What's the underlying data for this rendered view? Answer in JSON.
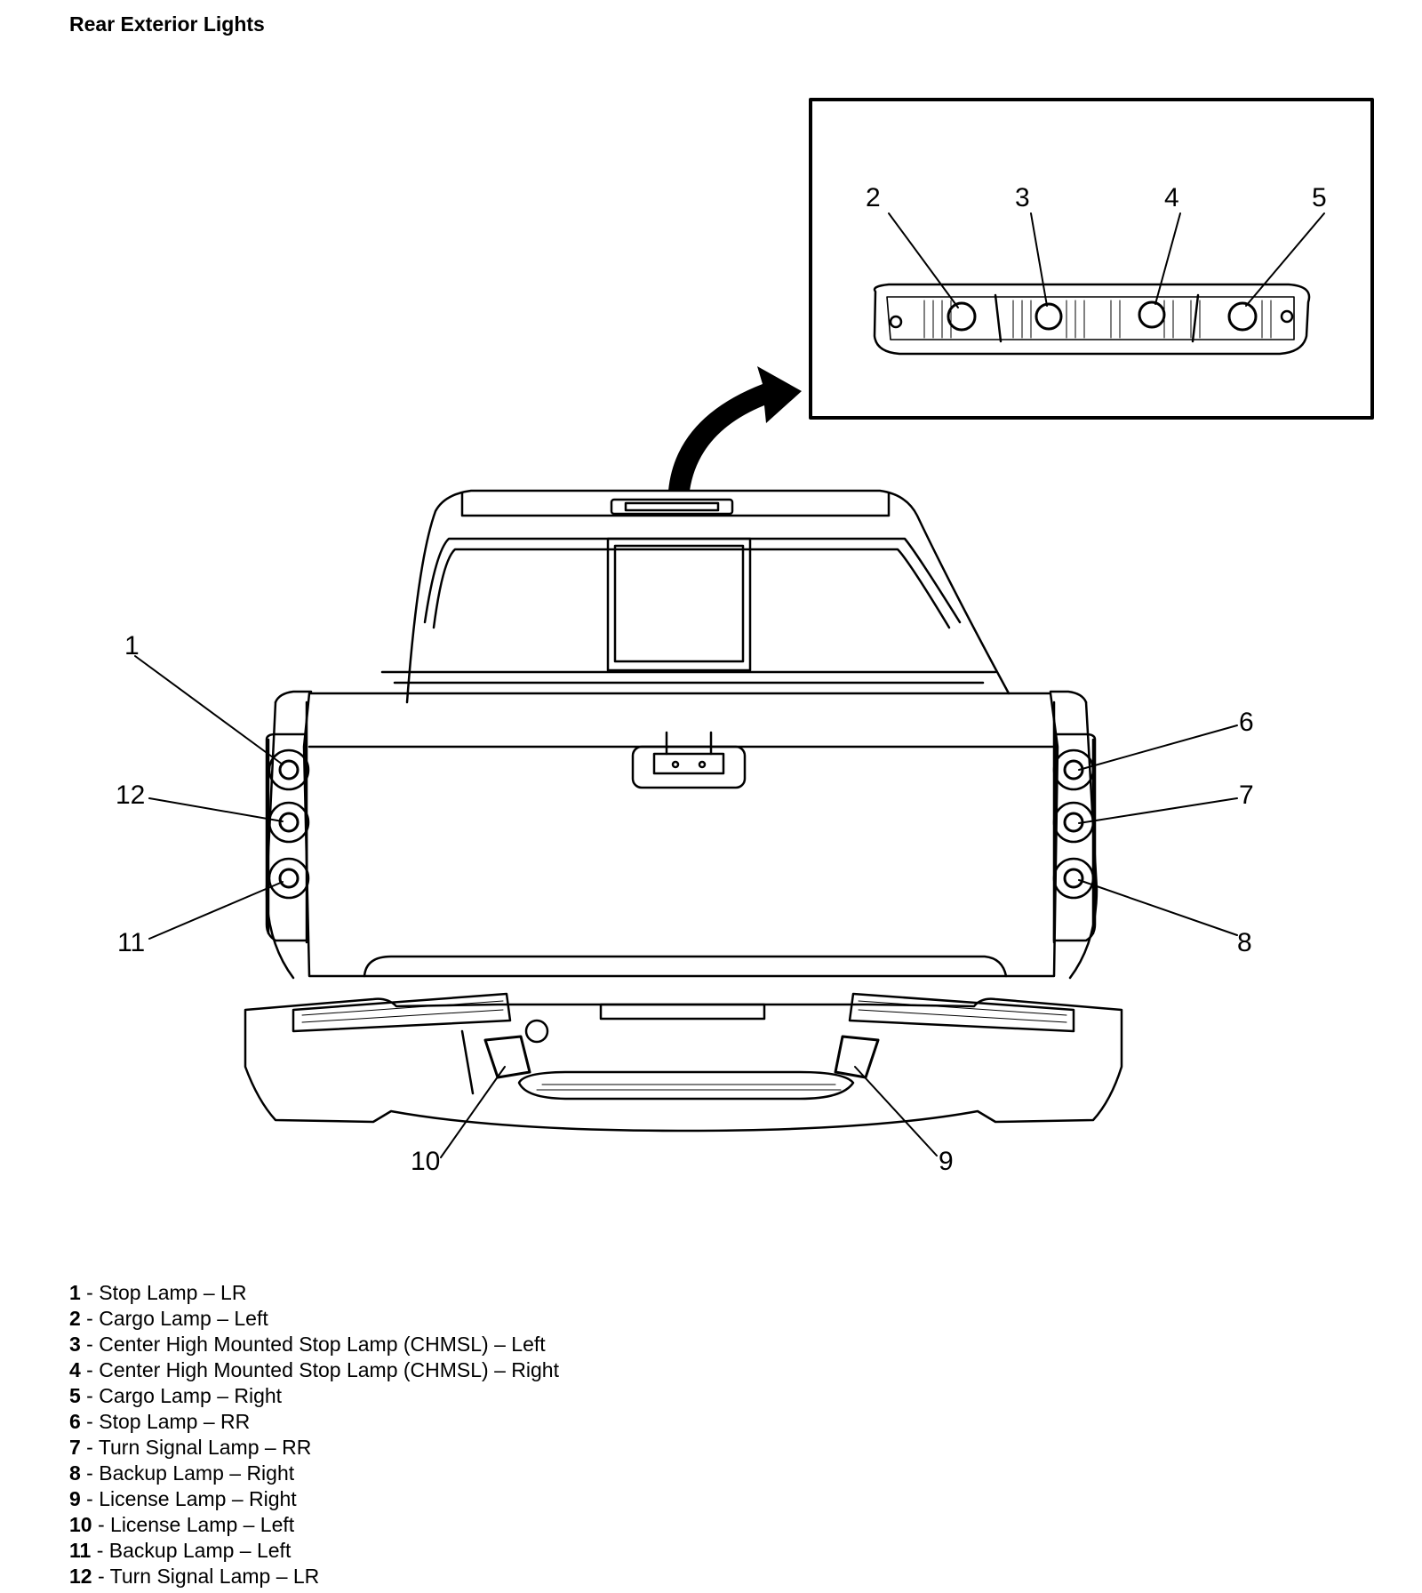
{
  "title": "Rear Exterior Lights",
  "callouts": {
    "c1": "1",
    "c2": "2",
    "c3": "3",
    "c4": "4",
    "c5": "5",
    "c6": "6",
    "c7": "7",
    "c8": "8",
    "c9": "9",
    "c10": "10",
    "c11": "11",
    "c12": "12"
  },
  "legend": [
    {
      "num": "1",
      "text": " - Stop Lamp – LR"
    },
    {
      "num": "2",
      "text": " - Cargo Lamp – Left"
    },
    {
      "num": "3",
      "text": " - Center High Mounted Stop Lamp (CHMSL) – Left"
    },
    {
      "num": "4",
      "text": " - Center High Mounted Stop Lamp (CHMSL) – Right"
    },
    {
      "num": "5",
      "text": " - Cargo Lamp – Right"
    },
    {
      "num": "6",
      "text": " - Stop Lamp – RR"
    },
    {
      "num": "7",
      "text": " - Turn Signal Lamp – RR"
    },
    {
      "num": "8",
      "text": " - Backup Lamp – Right"
    },
    {
      "num": "9",
      "text": " - License Lamp – Right"
    },
    {
      "num": "10",
      "text": " - License Lamp – Left"
    },
    {
      "num": "11",
      "text": " - Backup Lamp – Left"
    },
    {
      "num": "12",
      "text": " - Turn Signal Lamp – LR"
    }
  ]
}
